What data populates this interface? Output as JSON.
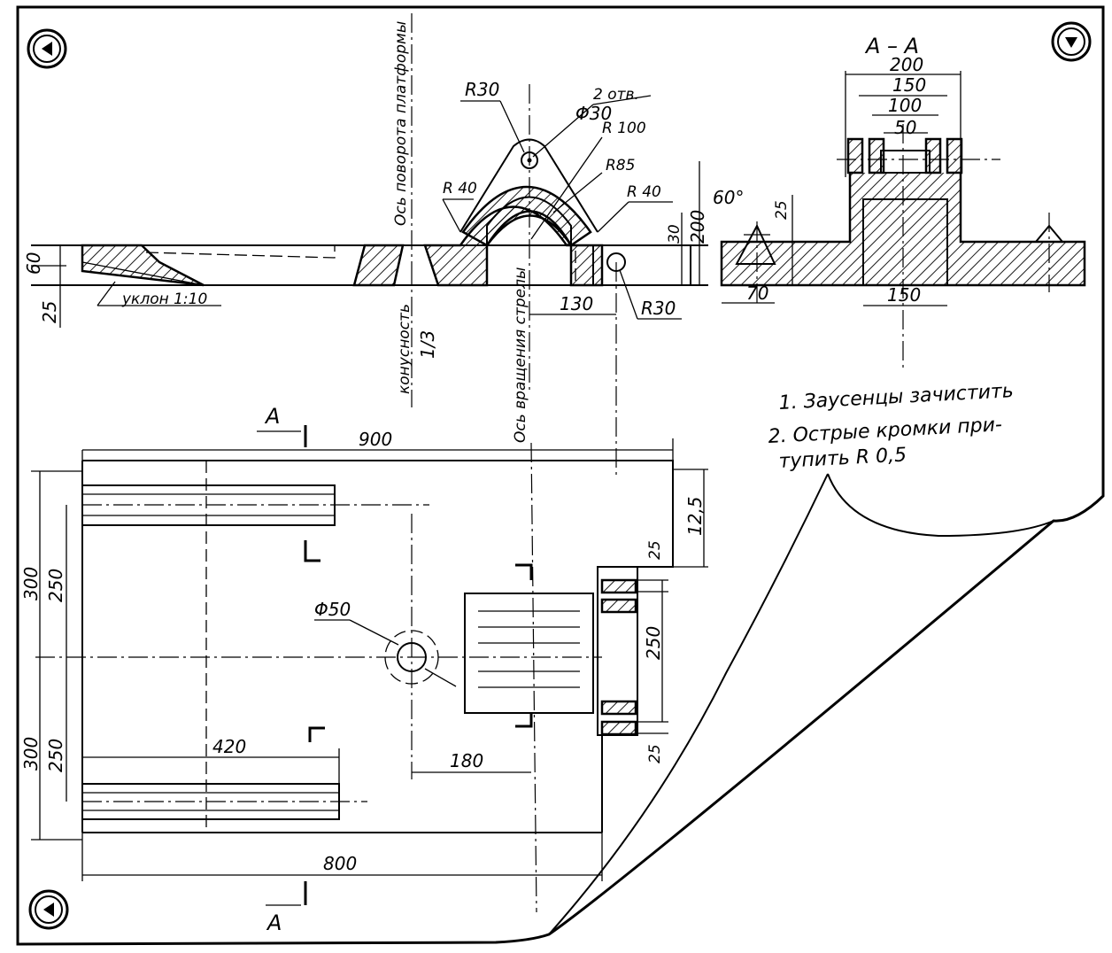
{
  "section_label": "А – А",
  "notes": [
    "1. Заусенцы зачистить",
    "2. Острые кромки при-",
    "тупить R 0,5"
  ],
  "axis_labels": {
    "rotation_platform": "Ось поворота платформы",
    "conicity_label": "конусность",
    "conicity_value": "1/3",
    "boom_rotation_axis": "Ось вращения стрелы",
    "slope": "уклон 1:10",
    "holes": "2 отв."
  },
  "front_view_dims": {
    "r30_top": "R30",
    "holes_dia": "Φ30",
    "r100": "R 100",
    "r85": "R85",
    "r40_left": "R 40",
    "r40_right": "R 40",
    "h60": "60",
    "h25": "25",
    "h30": "30",
    "h200": "200",
    "w130": "130",
    "r30_bottom": "R30"
  },
  "section_dims": {
    "w200": "200",
    "w150_top": "150",
    "w100": "100",
    "w50": "50",
    "angle60": "60°",
    "h25": "25",
    "w70": "70",
    "w150_bottom": "150"
  },
  "plan_dims": {
    "section_mark": "А",
    "w900": "900",
    "h125": "12,5",
    "h300_top": "300",
    "h250_top": "250",
    "h300_bottom": "300",
    "h250_bottom": "250",
    "dia50": "Φ50",
    "w420": "420",
    "w180": "180",
    "w800": "800",
    "h25_top": "25",
    "h250_right": "250",
    "h25_bottom": "25"
  },
  "nav_icons": [
    "arrow-left-icon",
    "arrow-down-icon",
    "arrow-left-icon"
  ]
}
